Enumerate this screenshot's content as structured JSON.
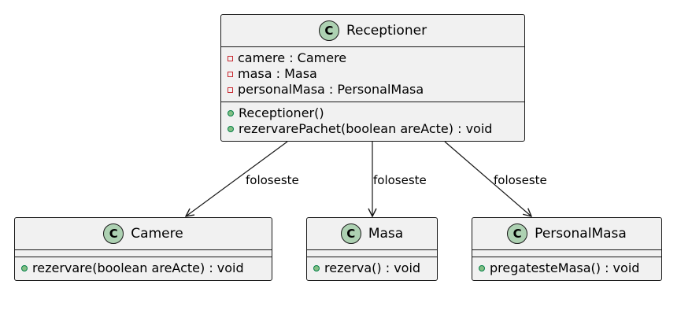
{
  "classes": {
    "receptioner": {
      "name": "Receptioner",
      "icon": "class-icon",
      "stereotype_letter": "C",
      "fields": [
        {
          "visibility": "private",
          "text": "camere : Camere"
        },
        {
          "visibility": "private",
          "text": "masa : Masa"
        },
        {
          "visibility": "private",
          "text": "personalMasa : PersonalMasa"
        }
      ],
      "methods": [
        {
          "visibility": "public",
          "text": "Receptioner()"
        },
        {
          "visibility": "public",
          "text": "rezervarePachet(boolean areActe) : void"
        }
      ]
    },
    "camere": {
      "name": "Camere",
      "stereotype_letter": "C",
      "methods": [
        {
          "visibility": "public",
          "text": "rezervare(boolean areActe) : void"
        }
      ]
    },
    "masa": {
      "name": "Masa",
      "stereotype_letter": "C",
      "methods": [
        {
          "visibility": "public",
          "text": "rezerva() : void"
        }
      ]
    },
    "personalMasa": {
      "name": "PersonalMasa",
      "stereotype_letter": "C",
      "methods": [
        {
          "visibility": "public",
          "text": "pregatesteMasa() : void"
        }
      ]
    }
  },
  "relations": [
    {
      "from": "Receptioner",
      "to": "Camere",
      "label": "foloseste"
    },
    {
      "from": "Receptioner",
      "to": "Masa",
      "label": "foloseste"
    },
    {
      "from": "Receptioner",
      "to": "PersonalMasa",
      "label": "foloseste"
    }
  ],
  "colors": {
    "class_bg": "#f1f1f1",
    "class_border": "#181818",
    "class_icon_bg": "#ADD1B2",
    "private_marker": "#C82930",
    "public_marker": "#84BE84"
  }
}
